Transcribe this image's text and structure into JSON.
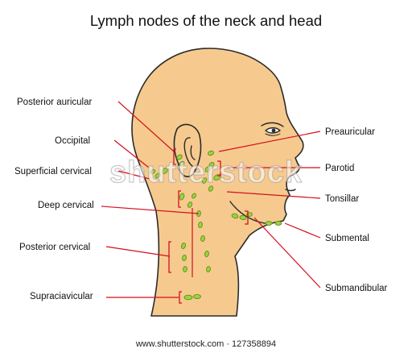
{
  "title": "Lymph nodes of the neck and head",
  "labels": {
    "posterior_auricular": "Posterior auricular",
    "occipital": "Occipital",
    "superficial_cervical": "Superficial cervical",
    "deep_cervical": "Deep cervical",
    "posterior_cervical": "Posterior cervical",
    "supraclavicular": "Supraciavicular",
    "preauricular": "Preauricular",
    "parotid": "Parotid",
    "tonsillar": "Tonsillar",
    "submental": "Submental",
    "submandibular": "Submandibular"
  },
  "watermark": "shutterstock",
  "footer": "www.shutterstock.com · 127358894",
  "colors": {
    "skin": "#f6ca8e",
    "outline": "#2b2b2b",
    "leader": "#d40f1e",
    "node_fill": "#9ed23e",
    "node_stroke": "#5d8f1c"
  }
}
